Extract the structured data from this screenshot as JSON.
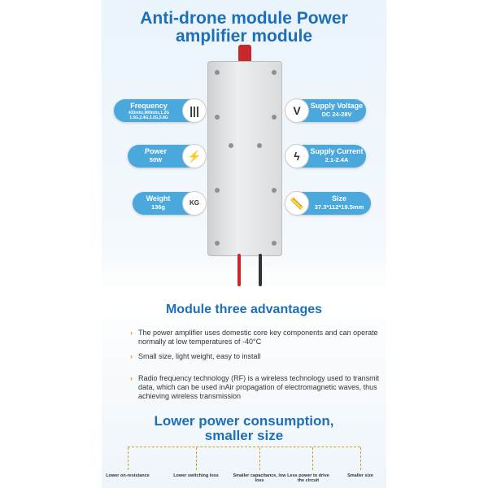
{
  "header": {
    "title_line1": "Anti-drone module Power",
    "title_line2": "amplifier module"
  },
  "specs": {
    "frequency": {
      "label": "Frequency",
      "value": "433mhz,900mhz,1.2G 1.5G,2.4G,5.2G,5.8G",
      "icon": "sound-wave-icon"
    },
    "power": {
      "label": "Power",
      "value": "50W",
      "icon": "lightning-icon"
    },
    "weight": {
      "label": "Weight",
      "value": "136g",
      "icon": "kg-weight-icon"
    },
    "voltage": {
      "label": "Supply Voltage",
      "value": "DC 24-28V",
      "icon": "voltmeter-icon"
    },
    "current": {
      "label": "Supply Current",
      "value": "2.1-2.4A",
      "icon": "current-icon"
    },
    "size": {
      "label": "Size",
      "value": "37.3*112*19.5mm",
      "icon": "ruler-icon"
    }
  },
  "advantages": {
    "title": "Module three advantages",
    "items": [
      "The power amplifier uses domestic core key components and can operate normally at low temperatures of -40°C",
      "Small size, light weight, easy to install",
      "Radio frequency technology (RF) is a wireless technology used to transmit data, which can be used inAir propagation of electromagnetic waves, thus achieving wireless transmission"
    ]
  },
  "consumption": {
    "title_line1": "Lower power consumption,",
    "title_line2": "smaller size",
    "features": [
      "Lower on-resistance",
      "Lower switching loss",
      "Smaller capacitance, low loss",
      "Less power to drive the circuit",
      "Smaller size"
    ]
  },
  "colors": {
    "title": "#1d6fb8",
    "pill": "#4aa8dc",
    "arrow": "#f08c1e",
    "dashed": "#d4a020"
  }
}
